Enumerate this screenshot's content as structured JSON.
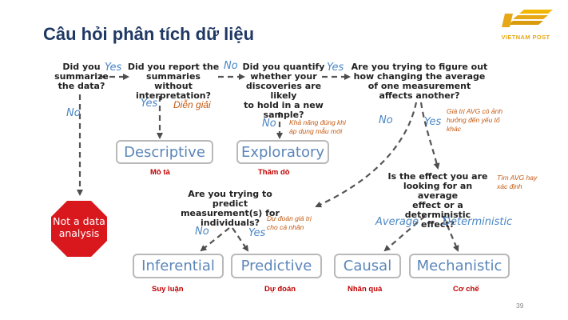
{
  "title": "Câu hỏi phân tích dữ liệu",
  "logo": {
    "text": "VIETNAM POST",
    "color": "#e6a817"
  },
  "page_number": "39",
  "colors": {
    "title": "#1f3864",
    "answer": "#4a86c5",
    "box_text": "#5b86b8",
    "vn_label": "#c00000",
    "note": "#c55a11",
    "stop_sign": "#d9181e"
  },
  "questions": {
    "q1": [
      "Did you",
      "summarize",
      "the data?"
    ],
    "q2": [
      "Did you report the",
      "summaries without",
      "interpretation?"
    ],
    "q3": [
      "Did you quantify",
      "whether your",
      "discoveries are likely",
      "to hold in a new",
      "sample?"
    ],
    "q4": [
      "Are you trying to figure out",
      "how changing the average",
      "of one measurement",
      "affects another?"
    ],
    "q5": [
      "Is the effect you are",
      "looking for an average",
      "effect or a deterministic",
      "effect?"
    ],
    "q6": [
      "Are you trying to predict",
      "measurement(s) for",
      "individuals?"
    ]
  },
  "answers": {
    "q1_yes": "Yes",
    "q1_no": "No",
    "q2_yes": "Yes",
    "q2_no": "No",
    "q3_yes": "Yes",
    "q3_no": "No",
    "q4_no": "No",
    "q4_yes": "Yes",
    "q6_no": "No",
    "q6_yes": "Yes",
    "average": "Average",
    "deterministic": "Deterministic"
  },
  "outcomes": {
    "descriptive": "Descriptive",
    "exploratory": "Exploratory",
    "inferential": "Inferential",
    "predictive": "Predictive",
    "causal": "Causal",
    "mechanistic": "Mechanistic",
    "not_analysis": [
      "Not a data",
      "analysis"
    ]
  },
  "vn_labels": {
    "descriptive": "Mô tả",
    "exploratory": "Thăm dò",
    "inferential": "Suy luận",
    "predictive": "Dự đoán",
    "causal": "Nhân quả",
    "mechanistic": "Cơ chế"
  },
  "notes": {
    "dien_giai": "Diễn giải",
    "khanang": [
      "Khả năng đúng khi",
      "áp dụng mẫu mới"
    ],
    "gia_tri_avg": [
      "Giá trị AVG có ảnh",
      "hưởng đến yếu tố",
      "khác"
    ],
    "tim_avg": [
      "Tìm AVG hay",
      "xác định"
    ],
    "du_doan": [
      "Dự đoán giá trị",
      "cho cá nhân"
    ]
  }
}
